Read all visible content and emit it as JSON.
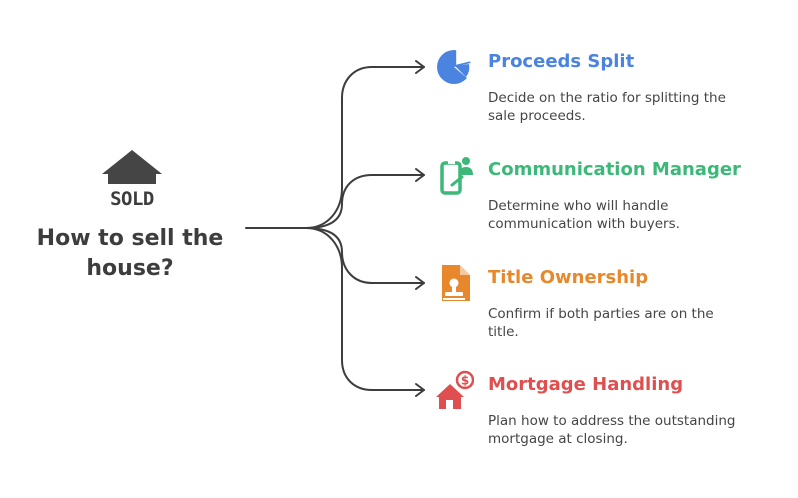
{
  "root": {
    "title_line1": "How to sell the",
    "title_line2": "house?",
    "icon": "sold-house-icon",
    "icon_label": "SOLD",
    "color": "#454545"
  },
  "branches": [
    {
      "title": "Proceeds Split",
      "description_line1": "Decide on the ratio for splitting the",
      "description_line2": "sale proceeds.",
      "icon": "pie-chart-icon",
      "color": "#4a83e0"
    },
    {
      "title": "Communication Manager",
      "description_line1": "Determine who will handle",
      "description_line2": "communication with buyers.",
      "icon": "phone-person-icon",
      "color": "#3cb878"
    },
    {
      "title": "Title Ownership",
      "description_line1": "Confirm if both parties are on the",
      "description_line2": "title.",
      "icon": "document-stamp-icon",
      "color": "#e8882d"
    },
    {
      "title": "Mortgage Handling",
      "description_line1": "Plan how to address the outstanding",
      "description_line2": "mortgage at closing.",
      "icon": "house-dollar-icon",
      "color": "#e04f4f"
    }
  ]
}
